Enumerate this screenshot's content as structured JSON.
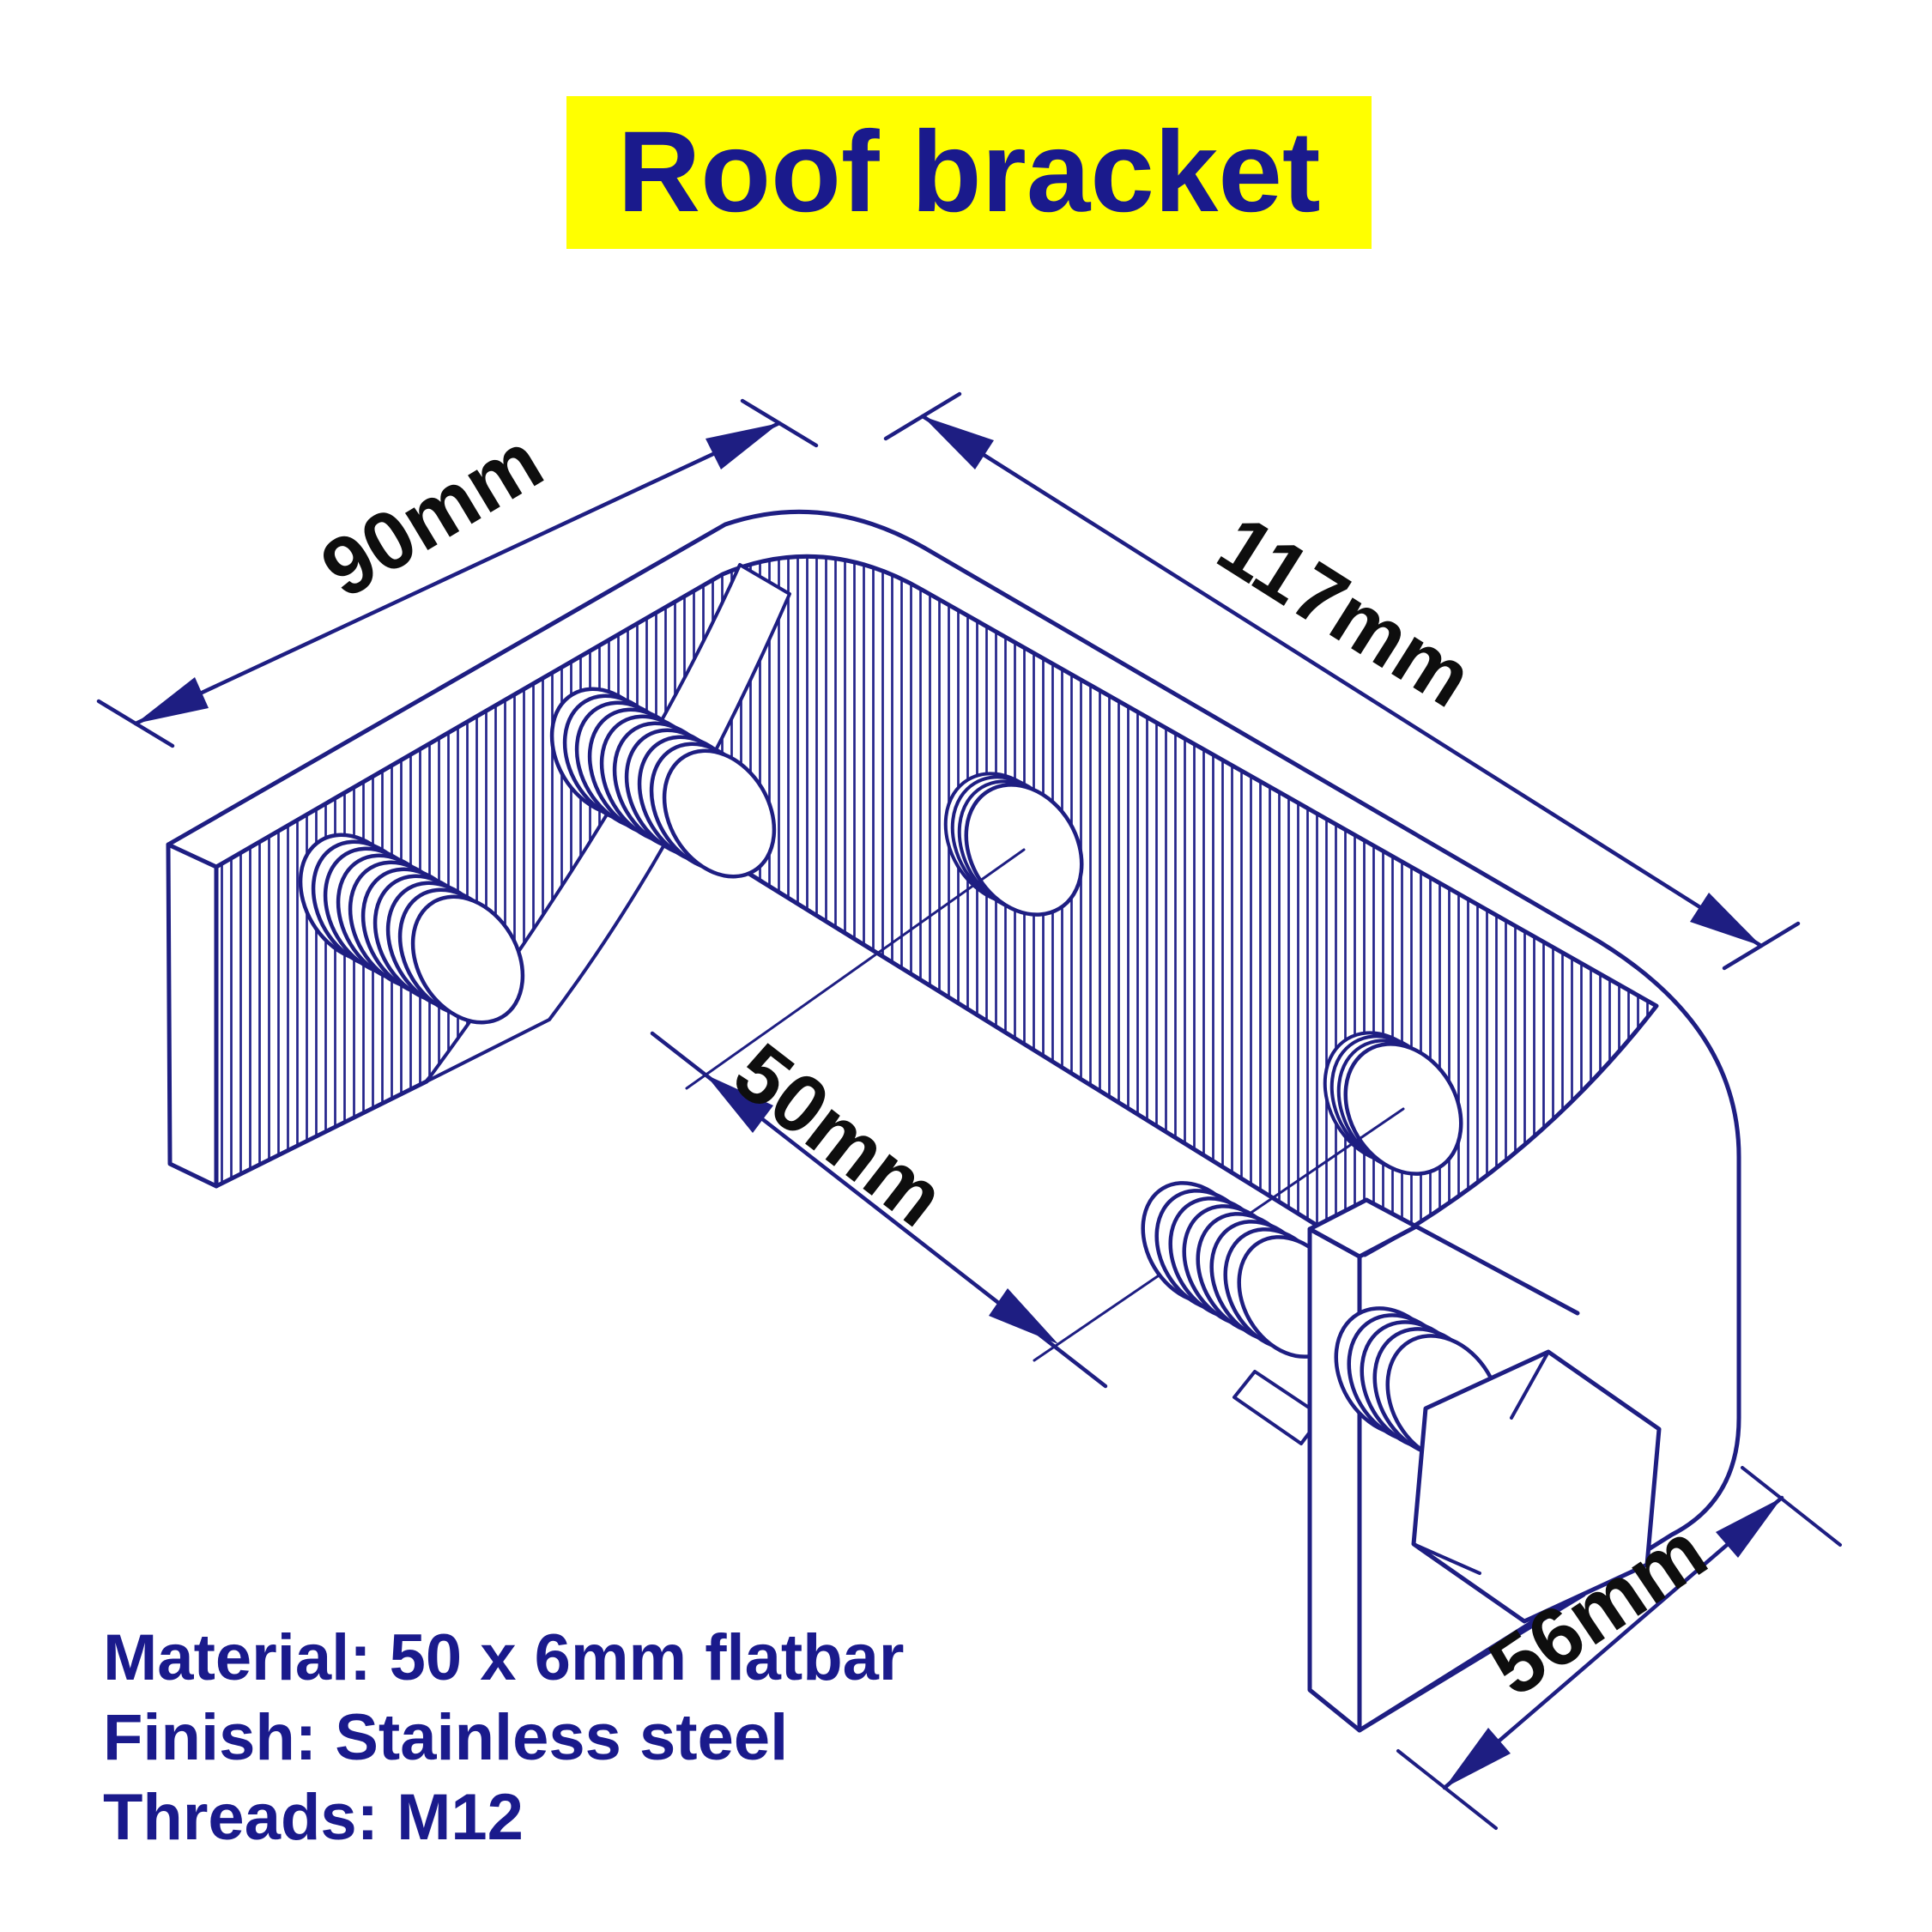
{
  "title": {
    "text": "Roof bracket"
  },
  "dimensions": {
    "left_arm": "90mm",
    "right_arm": "117mm",
    "hole_spacing": "50mm",
    "down_leg": "56mm"
  },
  "notes": {
    "material": "Material: 50 x 6mm flatbar",
    "finish": "Finish: Stainless steel",
    "threads": "Threads: M12"
  },
  "colors": {
    "line_navy": "#1e1e82",
    "hatch_navy": "#23238a",
    "title_navy": "#1a1a8c",
    "label_black": "#0e0e0e",
    "highlight_yellow": "#ffff00",
    "background": "#ffffff"
  }
}
